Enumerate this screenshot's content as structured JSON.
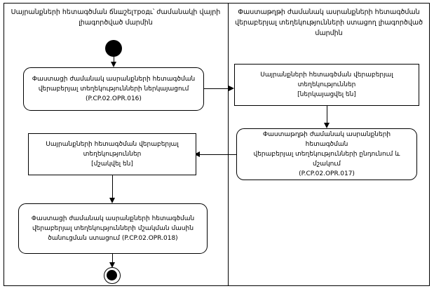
{
  "diagram": {
    "type": "activity-diagram",
    "swimlanes": [
      {
        "id": "left",
        "title": "Սայրանքների հետագծման ճնшշելтродւ՝ ժամանակի վայրի լիագործված մարմին"
      },
      {
        "id": "right",
        "title": "Փաստաթղթի ժամանակ ասրանքների հետագծման վերաբերյալ տեղեկությունների ստացող լիագործված մարմին"
      }
    ],
    "nodes": [
      {
        "id": "start",
        "type": "initial-node",
        "label": ""
      },
      {
        "id": "activity-1",
        "type": "activity",
        "label": "Փաստացի ժամանակ ասրանքների հետագծման\nվերաբերյալ տեղեկությունների ներկայացում\n(P.CP.02.OPR.016)"
      },
      {
        "id": "object-1",
        "type": "object",
        "label": "Սայրանքների հետագծման վերաբերյալ\nտեղեկություններ\n[ներկայացվել են]"
      },
      {
        "id": "activity-2",
        "type": "activity",
        "label": "Փաստաթղթի ժամանակ ասրանքների հետագծման\nվերաբերյալ տեղեկությունների ընդունում և\nմշակում\n(P.CP.02.OPR.017)"
      },
      {
        "id": "object-2",
        "type": "object",
        "label": "Սայրանքների հետագծման վերաբերյալ\nտեղեկություններ\n[մշակվել են]"
      },
      {
        "id": "activity-3",
        "type": "activity",
        "label": "Փաստացի ժամանակ ասրանքների հետագծման\nվերաբերյալ տեղեկությունների մշակման մասին\nծանուցման ստացում (P.CP.02.OPR.018)"
      },
      {
        "id": "end",
        "type": "final-node",
        "label": ""
      }
    ]
  }
}
